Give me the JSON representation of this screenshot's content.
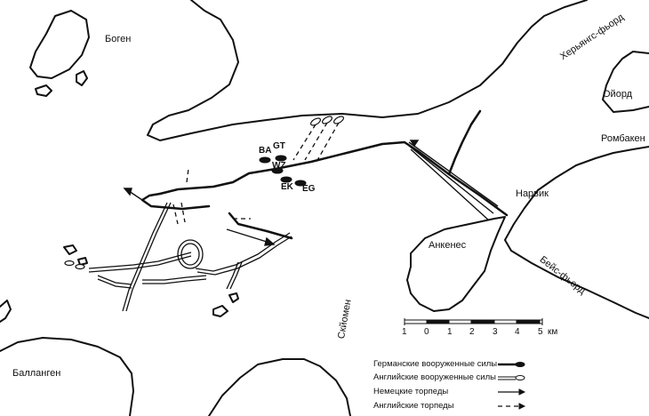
{
  "places": {
    "bogen": "Боген",
    "herjangsfjord": "Херьянгс-фьорд",
    "oiord": "Ойорд",
    "rombaken": "Ромбакен",
    "narvik": "Нарвик",
    "ankenes": "Анкенес",
    "beisfjord": "Бейс-фьорд",
    "skjomen": "Скйомен",
    "ballangen": "Балланген"
  },
  "ships": {
    "ba": "BA",
    "gt": "GT",
    "wz": "WZ",
    "ek": "EK",
    "eg": "EG"
  },
  "scale": {
    "ticks": [
      "1",
      "0",
      "1",
      "2",
      "3",
      "4",
      "5"
    ],
    "unit": "км"
  },
  "legend": {
    "german_forces": "Германские вооруженные силы",
    "british_forces": "Английские вооруженные силы",
    "german_torpedoes": "Немецкие торпеды",
    "british_torpedoes": "Английские торпеды"
  }
}
